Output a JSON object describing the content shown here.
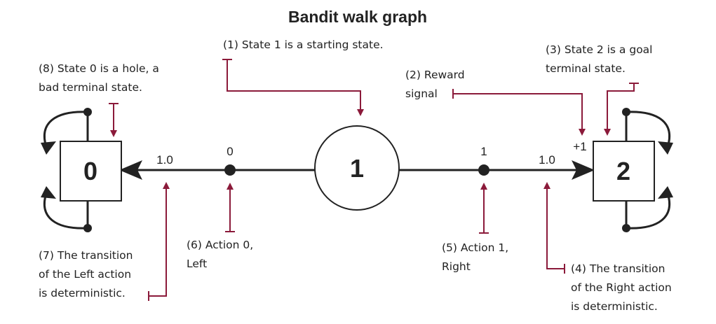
{
  "title": "Bandit walk graph",
  "colors": {
    "ink": "#222222",
    "annotation": "#8b1a3a",
    "background": "#ffffff"
  },
  "states": {
    "s0": "0",
    "s1": "1",
    "s2": "2"
  },
  "actions": {
    "left": "0",
    "right": "1"
  },
  "transitions": {
    "left_prob": "1.0",
    "right_prob": "1.0"
  },
  "reward": "+1",
  "notes": {
    "n1": [
      "(1) State 1 is a starting state."
    ],
    "n2": [
      "(2) Reward",
      "signal"
    ],
    "n3": [
      "(3) State 2 is a goal",
      "terminal state."
    ],
    "n4": [
      "(4) The transition",
      "of the Right action",
      "is deterministic."
    ],
    "n5": [
      "(5) Action 1,",
      "Right"
    ],
    "n6": [
      "(6) Action 0,",
      "Left"
    ],
    "n7": [
      "(7) The transition",
      "of the Left action",
      "is deterministic."
    ],
    "n8": [
      "(8) State 0 is a hole, a",
      "bad terminal state."
    ]
  }
}
